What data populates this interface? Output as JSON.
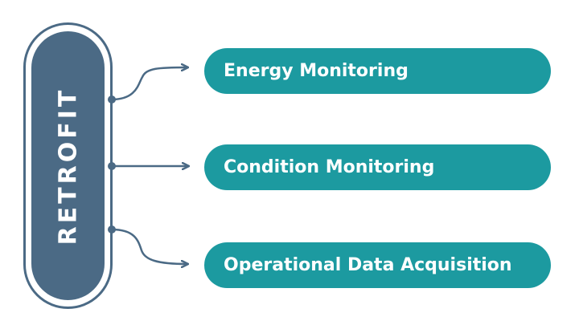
{
  "diagram": {
    "center_label": "RETROFIT",
    "items": [
      {
        "label": "Energy Monitoring"
      },
      {
        "label": "Condition Monitoring"
      },
      {
        "label": "Operational Data Acquisition"
      }
    ]
  },
  "colors": {
    "capsule": "#4b6a85",
    "pill": "#1c9aa0",
    "connector": "#4b6a85",
    "text_on_fill": "#ffffff"
  }
}
